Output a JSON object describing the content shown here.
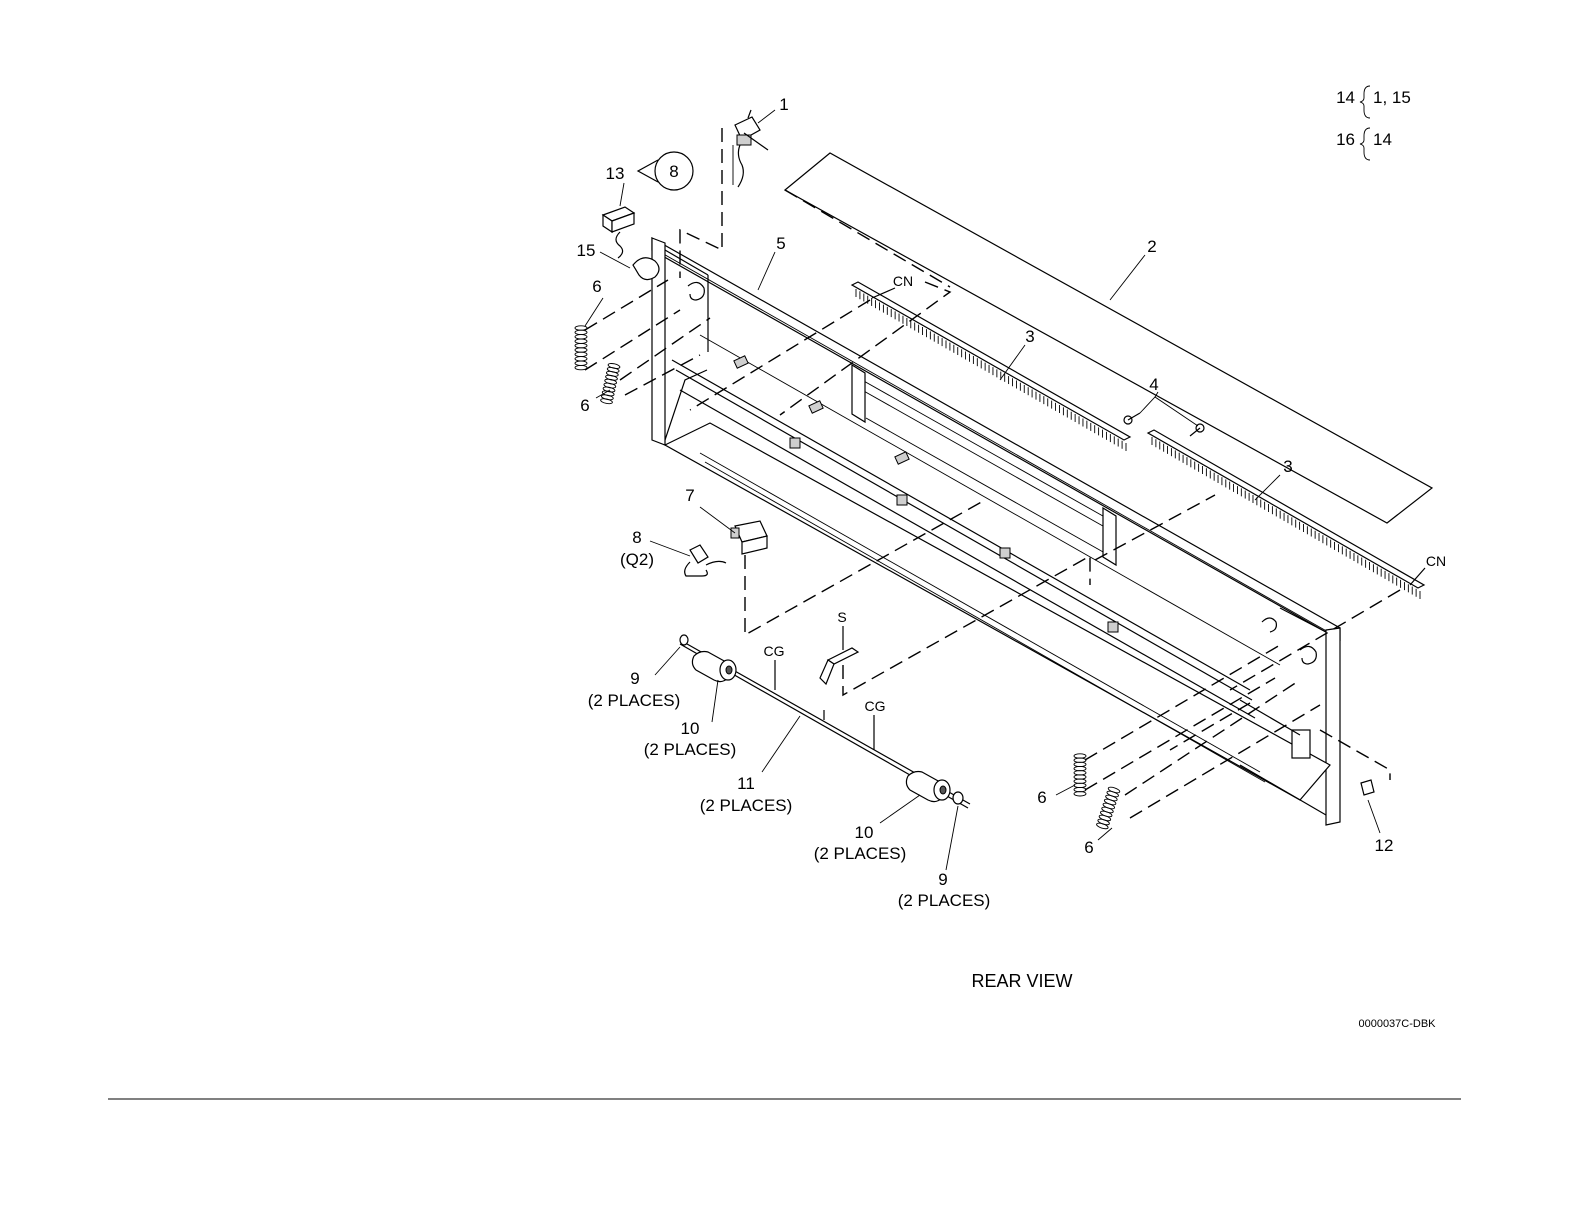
{
  "legend": [
    {
      "parent": "14",
      "children": "1, 15"
    },
    {
      "parent": "16",
      "children": "14"
    }
  ],
  "callouts": {
    "c1": "1",
    "c2": "2",
    "c3a": "3",
    "c3b": "3",
    "c4": "4",
    "c5": "5",
    "c6a": "6",
    "c6b": "6",
    "c6c": "6",
    "c6d": "6",
    "c7": "7",
    "c8": "8",
    "c8_sub": "(Q2)",
    "c9a": "9",
    "c9b": "9",
    "c10a": "10",
    "c10b": "10",
    "c11": "11",
    "c12": "12",
    "c13": "13",
    "c13_ref": "8",
    "c15": "15"
  },
  "places_label": "(2 PLACES)",
  "markers": {
    "cn": "CN",
    "cg": "CG",
    "s": "S"
  },
  "view_title": "REAR VIEW",
  "figure_code": "0000037C-DBK"
}
